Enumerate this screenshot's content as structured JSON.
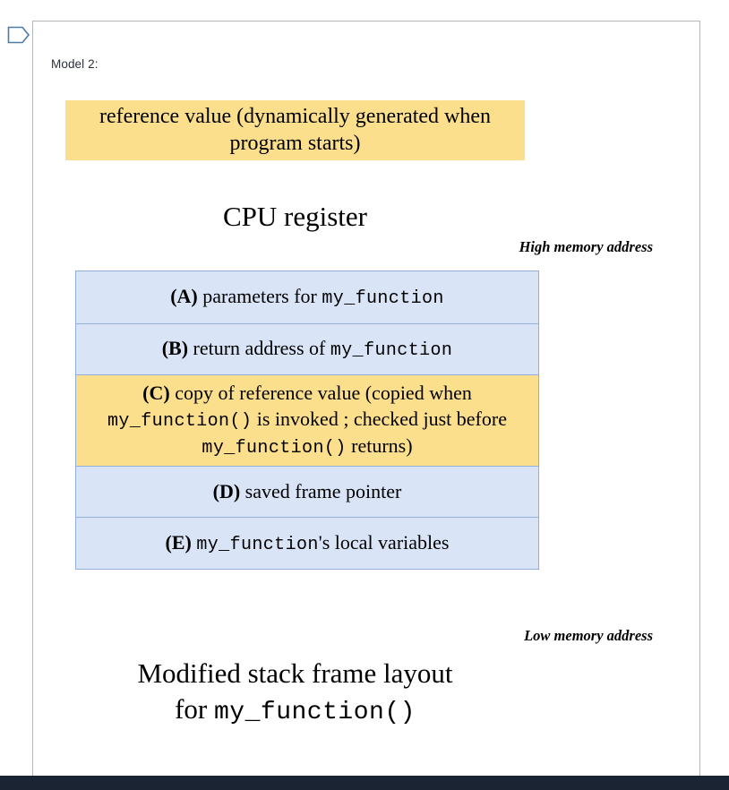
{
  "document": {
    "gutter_marker_icon": "tag-pentagon-icon",
    "model_label": "Model 2:"
  },
  "reference_value": {
    "line1": "reference value (dynamically generated when",
    "line2": "program starts)",
    "background": "#fbdf8c"
  },
  "cpu_register": {
    "caption": "CPU register"
  },
  "memory_labels": {
    "high": "High memory address",
    "low": "Low memory address"
  },
  "stack_frame": {
    "border_color": "#92afdc",
    "blue_fill": "#d9e4f7",
    "yellow_fill": "#fbdf8c",
    "rows": [
      {
        "tag": "(A)",
        "fill": "blue",
        "segments": [
          {
            "text": "(A)",
            "style": "bold"
          },
          {
            "text": " parameters for ",
            "style": "serif"
          },
          {
            "text": "my_function",
            "style": "mono"
          }
        ]
      },
      {
        "tag": "(B)",
        "fill": "blue",
        "segments": [
          {
            "text": "(B)",
            "style": "bold"
          },
          {
            "text": " return address of ",
            "style": "serif"
          },
          {
            "text": "my_function",
            "style": "mono"
          }
        ]
      },
      {
        "tag": "(C)",
        "fill": "yellow",
        "segments": [
          {
            "text": "(C)",
            "style": "bold"
          },
          {
            "text": " copy of reference value (copied when ",
            "style": "serif"
          },
          {
            "text": "my_function()",
            "style": "mono"
          },
          {
            "text": " is invoked ; checked just before ",
            "style": "serif"
          },
          {
            "text": "my_function()",
            "style": "mono"
          },
          {
            "text": " returns)",
            "style": "serif"
          }
        ]
      },
      {
        "tag": "(D)",
        "fill": "blue",
        "segments": [
          {
            "text": "(D)",
            "style": "bold"
          },
          {
            "text": " saved frame pointer",
            "style": "serif"
          }
        ]
      },
      {
        "tag": "(E)",
        "fill": "blue",
        "segments": [
          {
            "text": "(E)",
            "style": "bold"
          },
          {
            "text": " ",
            "style": "serif"
          },
          {
            "text": "my_function",
            "style": "mono"
          },
          {
            "text": "'s local variables",
            "style": "serif"
          }
        ]
      }
    ]
  },
  "bottom_caption": {
    "line1": "Modified stack frame layout",
    "line2_prefix": "for ",
    "line2_mono": "my_function()"
  },
  "bottom_bar": {
    "color": "#1b2433"
  }
}
